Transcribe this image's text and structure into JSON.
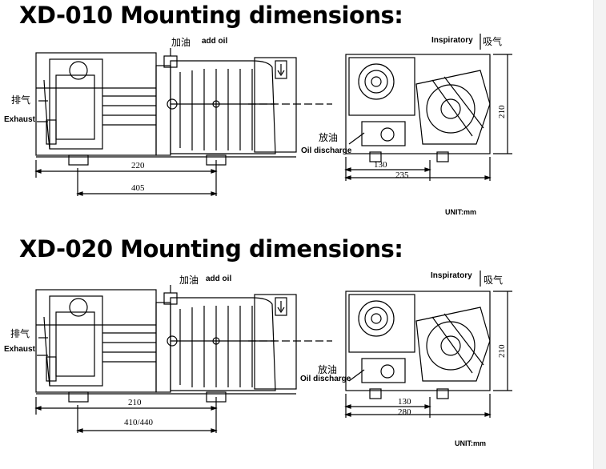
{
  "panels": [
    {
      "title": "XD-010 Mounting dimensions:",
      "add_oil_cn": "加油",
      "add_oil_en": "add oil",
      "inspiratory_en": "Inspiratory",
      "inspiratory_cn": "吸气",
      "exhaust_cn": "排气",
      "exhaust_en": "Exhaust",
      "oil_discharge_cn": "放油",
      "oil_discharge_en": "Oil discharge",
      "dim_a": "220",
      "dim_b": "405",
      "dim_c": "130",
      "dim_d": "235",
      "dim_h": "210",
      "unit": "UNIT:mm"
    },
    {
      "title": "XD-020 Mounting dimensions:",
      "add_oil_cn": "加油",
      "add_oil_en": "add oil",
      "inspiratory_en": "Inspiratory",
      "inspiratory_cn": "吸气",
      "exhaust_cn": "排气",
      "exhaust_en": "Exhaust",
      "oil_discharge_cn": "放油",
      "oil_discharge_en": "Oil discharge",
      "dim_a": "210",
      "dim_b": "410/440",
      "dim_c": "130",
      "dim_d": "280",
      "dim_h": "210",
      "unit": "UNIT:mm"
    }
  ]
}
